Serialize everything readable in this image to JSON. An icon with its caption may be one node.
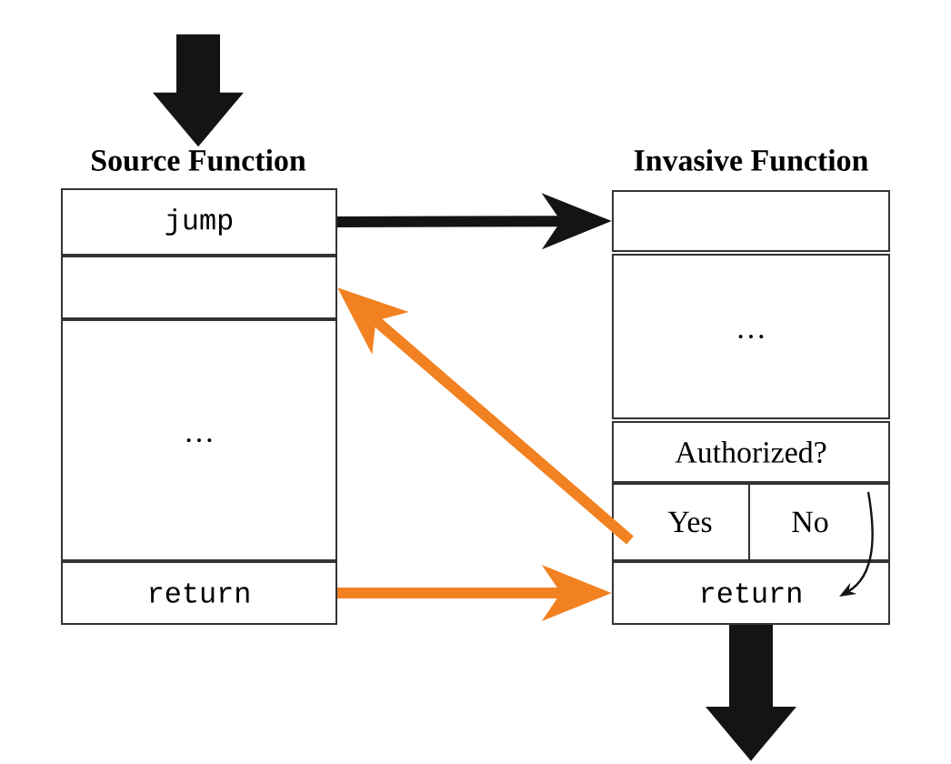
{
  "diagram": {
    "nodes": [
      {
        "text": [
          "jump"
        ]
      },
      {
        "text": [],
        "shape": "box"
      },
      {
        "text": [
          "…"
        ]
      },
      {
        "text": [
          "return"
        ]
      },
      {
        "text": [],
        "shape": "box"
      },
      {
        "text": [
          "…"
        ]
      },
      {
        "text": [
          "Authorized?"
        ]
      },
      {
        "text": [
          "Yes"
        ]
      },
      {
        "text": [
          "No"
        ]
      },
      {
        "text": [
          "return"
        ]
      },
      {
        "text": [
          "Source Function"
        ]
      },
      {
        "text": [
          "Invasive Function"
        ]
      }
    ],
    "edges": [
      {
        "from": null,
        "to": 10,
        "arrow": "to",
        "style": "thick"
      },
      {
        "from": 0,
        "to": 4,
        "arrow": "to"
      },
      {
        "from": 7,
        "to": 1,
        "arrow": "to",
        "color": "#f28121"
      },
      {
        "from": 3,
        "to": 9,
        "arrow": "to",
        "color": "#f28121"
      },
      {
        "from": 8,
        "to": 9,
        "arrow": "to"
      },
      {
        "from": 9,
        "to": null,
        "arrow": "to",
        "style": "thick"
      }
    ]
  }
}
